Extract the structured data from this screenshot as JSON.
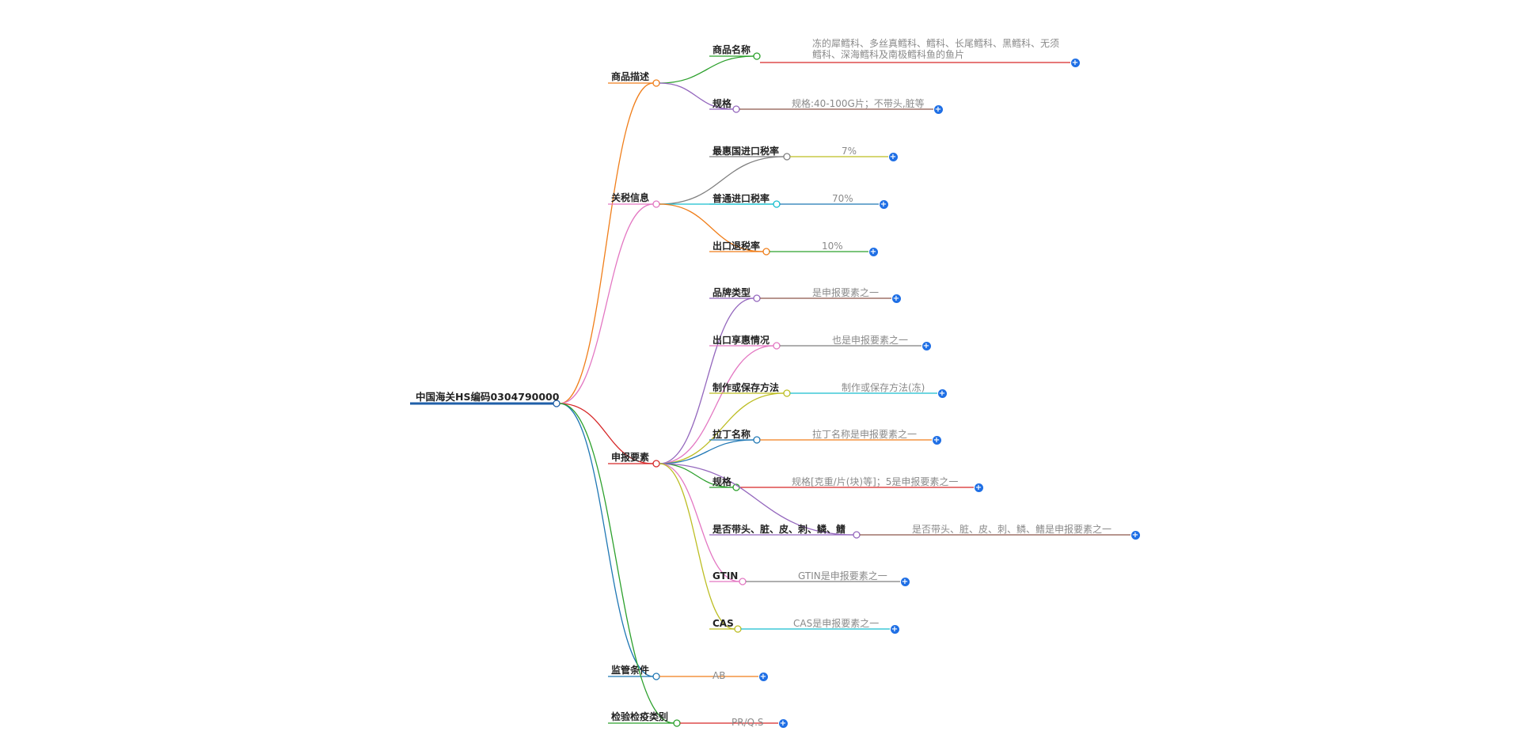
{
  "root": {
    "label": "中国海关HS编码0304790000",
    "color": "#1f5fa8"
  },
  "branches": [
    {
      "id": "desc",
      "label": "商品描述",
      "color": "#f07e1a",
      "children": [
        {
          "id": "name",
          "label": "商品名称",
          "color": "#2ca02c",
          "value": "冻的犀鳕科、多丝真鳕科、鳕科、长尾鳕科、黑鳕科、无须鳕科、深海鳕科及南极鳕科鱼的鱼片",
          "value_color": "#d62728"
        },
        {
          "id": "spec",
          "label": "规格",
          "color": "#9467bd",
          "value": "规格:40-100G片；不带头,脏等",
          "value_color": "#8c564b"
        }
      ]
    },
    {
      "id": "tariff",
      "label": "关税信息",
      "color": "#e377c2",
      "children": [
        {
          "id": "mfn",
          "label": "最惠国进口税率",
          "color": "#7f7f7f",
          "value": "7%",
          "value_color": "#bcbd22"
        },
        {
          "id": "general",
          "label": "普通进口税率",
          "color": "#17becf",
          "value": "70%",
          "value_color": "#1f77b4"
        },
        {
          "id": "rebate",
          "label": "出口退税率",
          "color": "#f07e1a",
          "value": "10%",
          "value_color": "#2ca02c"
        }
      ]
    },
    {
      "id": "declare",
      "label": "申报要素",
      "color": "#d62728",
      "children": [
        {
          "id": "brand",
          "label": "品牌类型",
          "color": "#9467bd",
          "value": "是申报要素之一",
          "value_color": "#8c564b"
        },
        {
          "id": "pref",
          "label": "出口享惠情况",
          "color": "#e377c2",
          "value": "也是申报要素之一",
          "value_color": "#7f7f7f"
        },
        {
          "id": "method",
          "label": "制作或保存方法",
          "color": "#bcbd22",
          "value": "制作或保存方法(冻)",
          "value_color": "#17becf"
        },
        {
          "id": "latin",
          "label": "拉丁名称",
          "color": "#1f77b4",
          "value": "拉丁名称是申报要素之一",
          "value_color": "#f07e1a"
        },
        {
          "id": "spec2",
          "label": "规格",
          "color": "#2ca02c",
          "value": "规格[克重/片(块)等]；5是申报要素之一",
          "value_color": "#d62728"
        },
        {
          "id": "parts",
          "label": "是否带头、脏、皮、刺、鳞、鳍",
          "color": "#9467bd",
          "value": "是否带头、脏、皮、刺、鳞、鳍是申报要素之一",
          "value_color": "#8c564b"
        },
        {
          "id": "gtin",
          "label": "GTIN",
          "color": "#e377c2",
          "value": "GTIN是申报要素之一",
          "value_color": "#7f7f7f"
        },
        {
          "id": "cas",
          "label": "CAS",
          "color": "#bcbd22",
          "value": "CAS是申报要素之一",
          "value_color": "#17becf"
        }
      ]
    },
    {
      "id": "supervise",
      "label": "监管条件",
      "color": "#1f77b4",
      "value": "AB",
      "value_color": "#f07e1a"
    },
    {
      "id": "inspect",
      "label": "检验检疫类别",
      "color": "#2ca02c",
      "value": "PR/Q.S",
      "value_color": "#d62728"
    }
  ]
}
